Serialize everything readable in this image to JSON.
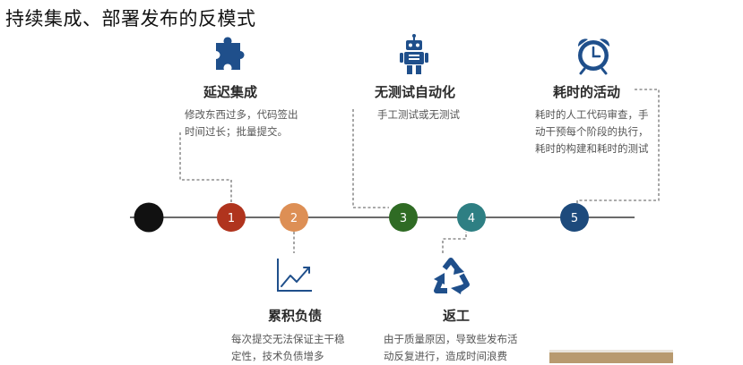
{
  "title": "持续集成、部署发布的反模式",
  "colors": {
    "black": "#111111",
    "red": "#b0341e",
    "orange": "#dd8f55",
    "green": "#2f6b24",
    "teal": "#2e7f83",
    "blue": "#1d4a7c",
    "icon_blue": "#1f4f8b"
  },
  "nodes": [
    {
      "label": ""
    },
    {
      "label": "1"
    },
    {
      "label": "2"
    },
    {
      "label": "3"
    },
    {
      "label": "4"
    },
    {
      "label": "5"
    }
  ],
  "items": [
    {
      "icon": "puzzle-icon",
      "title": "延迟集成",
      "desc": [
        "修改东西过多，代码签出",
        "时间过长；批量提交。"
      ]
    },
    {
      "icon": "chart-icon",
      "title": "累积负债",
      "desc": [
        "每次提交无法保证主干稳",
        "定性，技术负债增多"
      ]
    },
    {
      "icon": "robot-icon",
      "title": "无测试自动化",
      "desc": [
        "手工测试或无测试"
      ]
    },
    {
      "icon": "recycle-icon",
      "title": "返工",
      "desc": [
        "由于质量原因，导致些发布活",
        "动反复进行，造成时间浪费"
      ]
    },
    {
      "icon": "alarm-clock-icon",
      "title": "耗时的活动",
      "desc": [
        "耗时的人工代码审查，手",
        "动干预每个阶段的执行，",
        "耗时的构建和耗时的测试"
      ]
    }
  ]
}
